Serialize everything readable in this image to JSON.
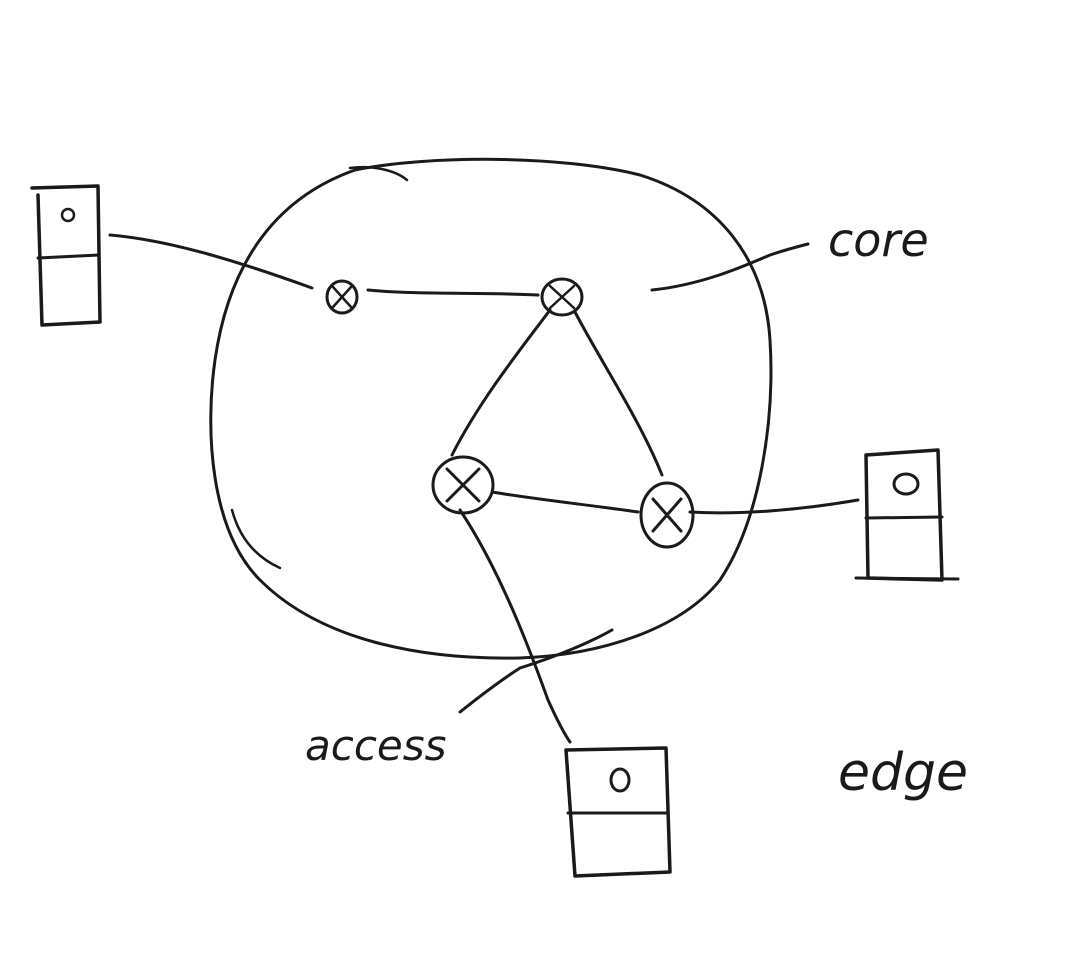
{
  "diagram": {
    "labels": {
      "core": "core",
      "access": "access",
      "edge": "edge"
    },
    "routers": [
      {
        "id": "r1",
        "symbol": "⊗"
      },
      {
        "id": "r2",
        "symbol": "⊗"
      },
      {
        "id": "r3",
        "symbol": "⊗"
      },
      {
        "id": "r4",
        "symbol": "⊗"
      }
    ],
    "hosts": [
      {
        "id": "host-left"
      },
      {
        "id": "host-right"
      },
      {
        "id": "host-bottom"
      }
    ],
    "links": [
      {
        "from": "host-left",
        "to": "r1"
      },
      {
        "from": "r1",
        "to": "r2"
      },
      {
        "from": "r2",
        "to": "r3"
      },
      {
        "from": "r2",
        "to": "r4"
      },
      {
        "from": "r3",
        "to": "r4"
      },
      {
        "from": "r4",
        "to": "host-right"
      },
      {
        "from": "r3",
        "to": "host-bottom"
      }
    ],
    "ink_color": "#1a1a1a",
    "background_color": "#ffffff"
  }
}
